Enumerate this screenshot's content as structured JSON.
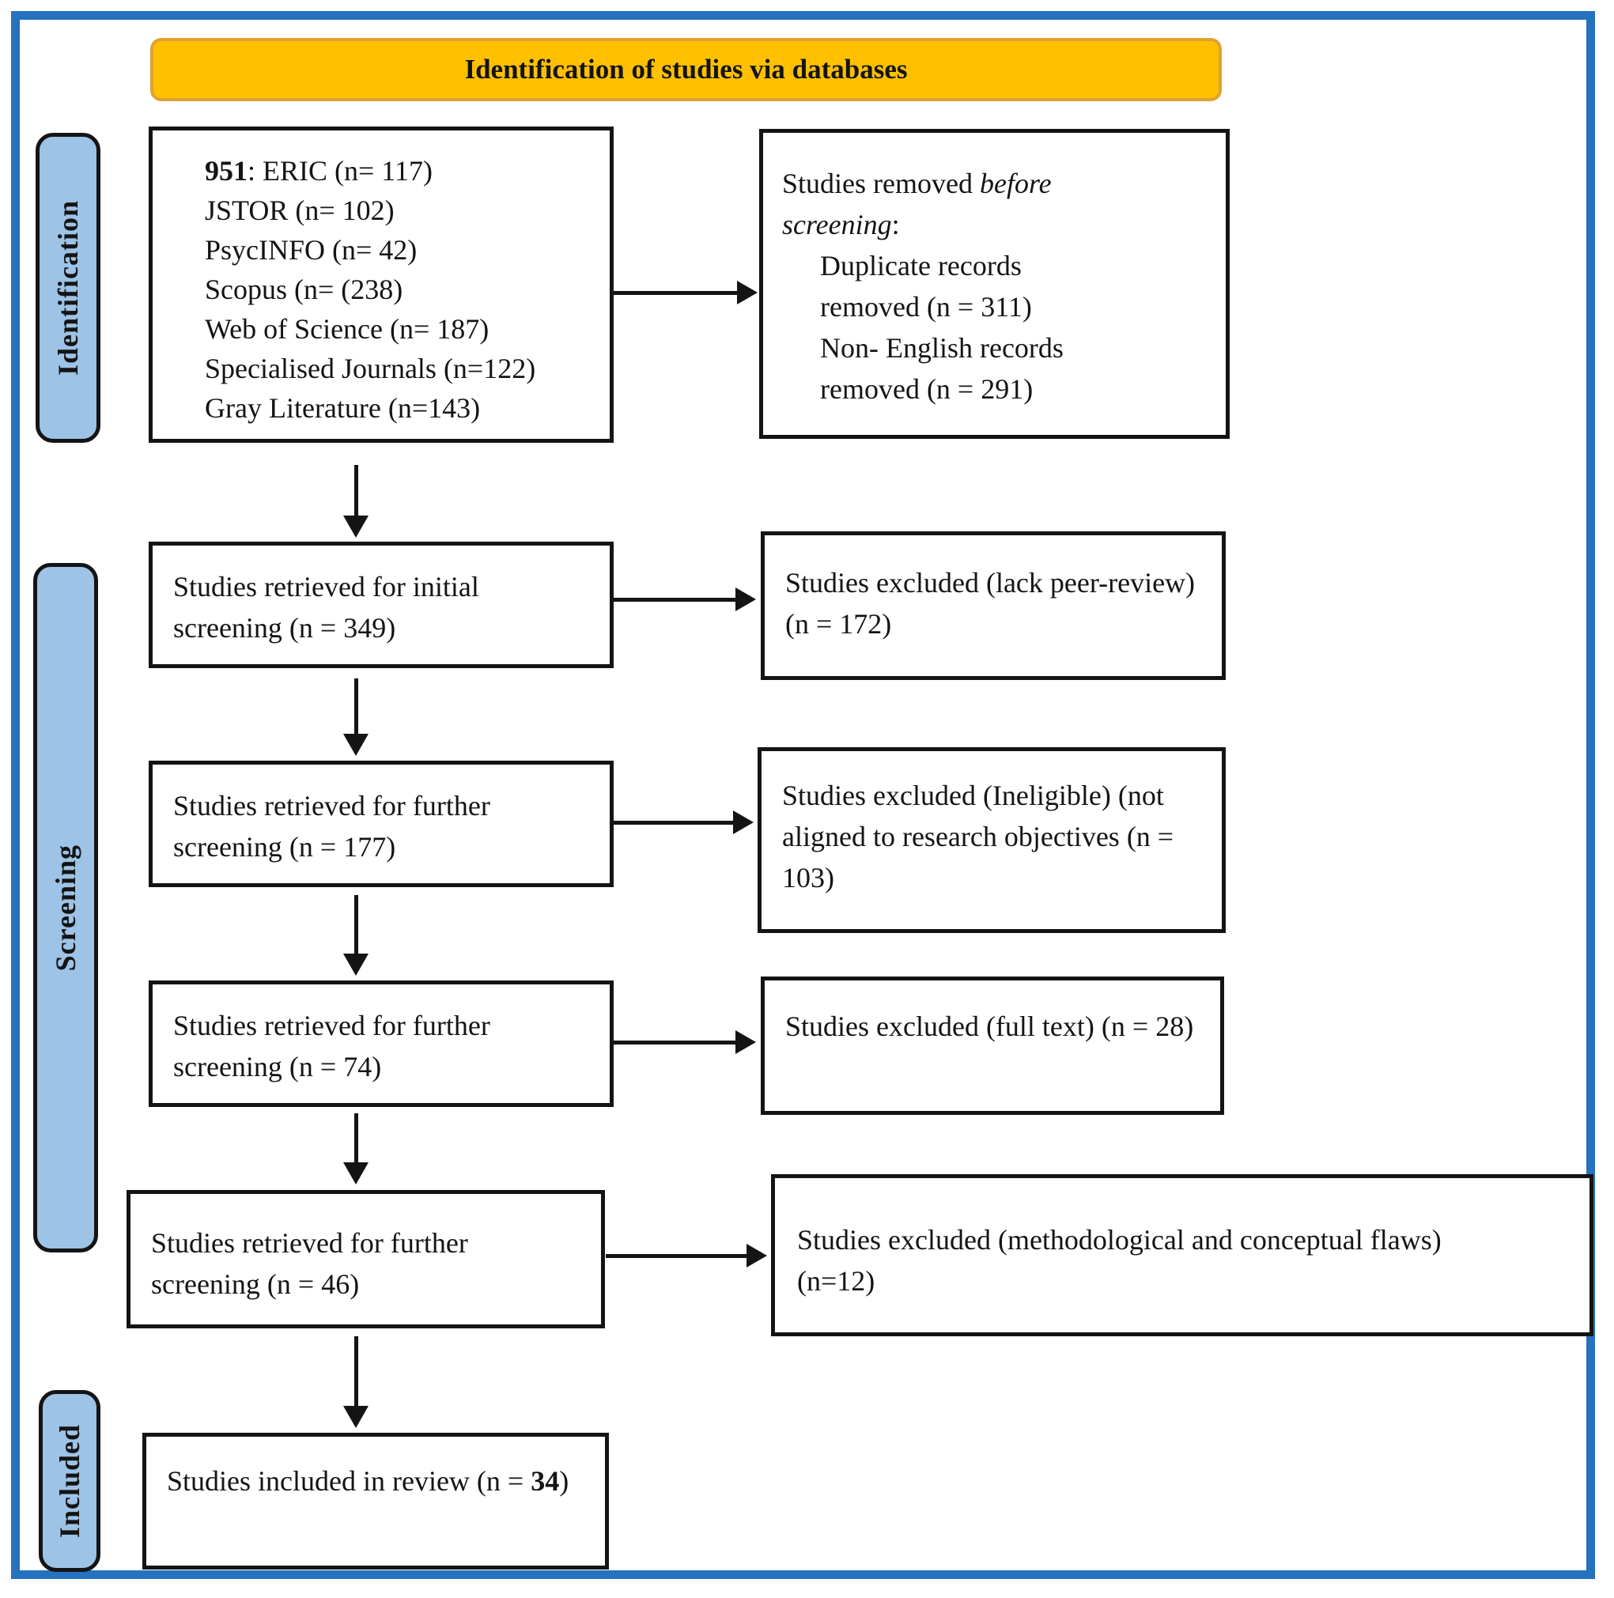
{
  "banner": {
    "title": "Identification of studies via databases"
  },
  "stages": {
    "identification": "Identification",
    "screening": "Screening",
    "included": "Included"
  },
  "databases_box": {
    "total_bold": "951",
    "first_line_rest": ": ERIC (n= 117)",
    "lines": [
      "JSTOR (n= 102)",
      "PsycINFO (n= 42)",
      "Scopus (n= (238)",
      "Web of Science (n= 187)",
      "Specialised Journals (n=122)",
      "Gray Literature (n=143)"
    ]
  },
  "removed_box": {
    "intro": "Studies removed ",
    "intro_italic": "before screening",
    "intro_suffix": ":",
    "items": [
      "Duplicate records removed (n = 311)",
      "Non- English records removed (n = 291)"
    ]
  },
  "screening_boxes": {
    "initial": "Studies retrieved for initial screening (n = 349)",
    "further_177": "Studies retrieved for further screening (n = 177)",
    "further_74": "Studies retrieved for further screening (n = 74)",
    "further_46": "Studies retrieved for further screening (n = 46)"
  },
  "excluded_boxes": {
    "peer_review": "Studies excluded (lack peer-review) (n = 172)",
    "ineligible": "Studies excluded (Ineligible) (not aligned to research objectives (n = 103)",
    "full_text": "Studies excluded (full text) (n = 28)",
    "methodological": "Studies excluded (methodological and conceptual flaws) (n=12)"
  },
  "included_box": {
    "prefix": "Studies included in review (n = ",
    "count_bold": "34",
    "suffix": ")"
  },
  "colors": {
    "frame_blue": "#2572BE",
    "stage_fill": "#9DC3E6",
    "banner_fill": "#FFC000",
    "banner_border": "#E0A030"
  }
}
